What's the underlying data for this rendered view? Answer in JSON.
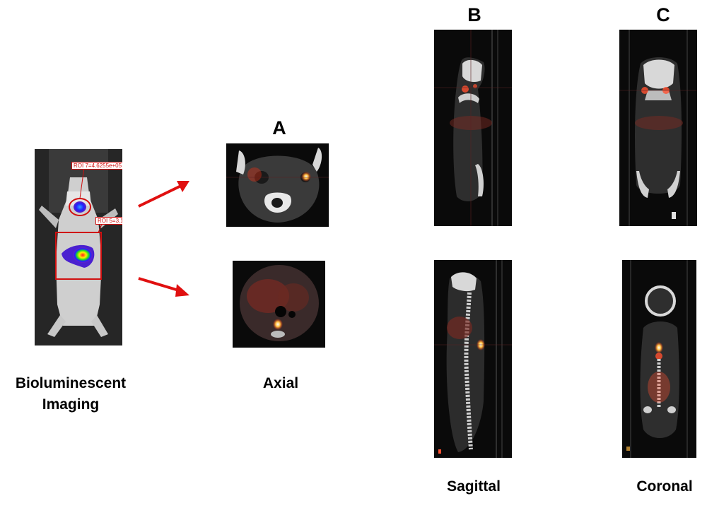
{
  "panel_labels": {
    "a": "A",
    "b": "B",
    "c": "C"
  },
  "captions": {
    "bioluminescent_line1": "Bioluminescent",
    "bioluminescent_line2": "Imaging",
    "axial": "Axial",
    "sagittal": "Sagittal",
    "coronal": "Coronal"
  },
  "roi_labels": {
    "roi7": "ROI 7=4.6255e+05",
    "roi5": "ROI 5=3.1"
  },
  "colors": {
    "arrow": "#e01010",
    "roi_outline": "#d01010",
    "pet_signal": "#ff5030"
  }
}
